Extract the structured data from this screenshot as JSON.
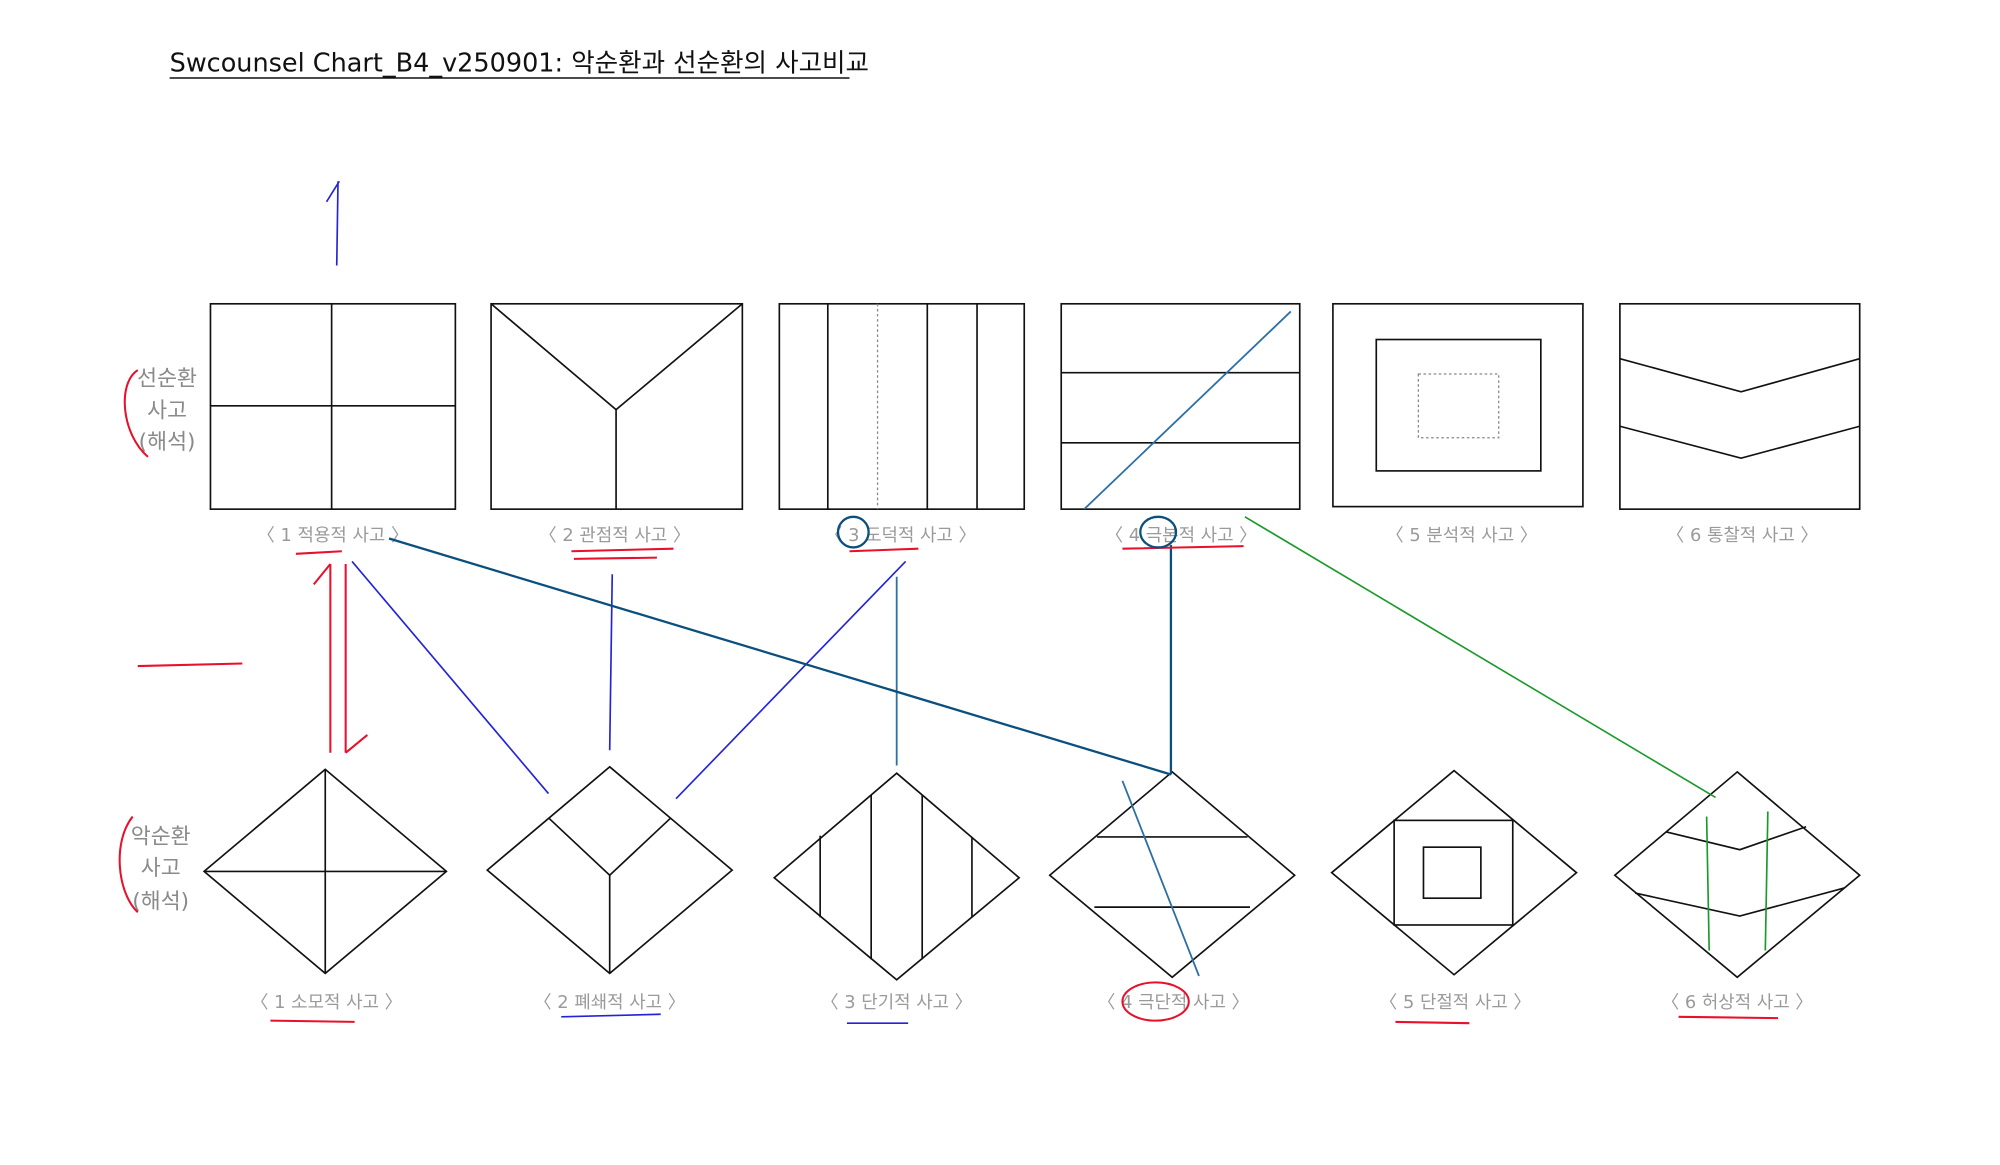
{
  "title": "Swcounsel Chart_B4_v250901: 악순환과 선순환의 사고비교",
  "virtuous": {
    "side_label": [
      "선순환",
      "사고",
      "(해석)"
    ],
    "items": [
      {
        "label": "〈 1 적용적 사고 〉"
      },
      {
        "label": "〈 2 관점적 사고 〉"
      },
      {
        "label": "〈 3 도덕적 사고 〉"
      },
      {
        "label": "〈 4 극본적 사고 〉"
      },
      {
        "label": "〈 5 분석적 사고 〉"
      },
      {
        "label": "〈 6 통찰적 사고 〉"
      }
    ]
  },
  "vicious": {
    "side_label": [
      "악순환",
      "사고",
      "(해석)"
    ],
    "items": [
      {
        "label": "〈 1 소모적 사고 〉"
      },
      {
        "label": "〈 2 폐쇄적 사고 〉"
      },
      {
        "label": "〈 3 단기적 사고 〉"
      },
      {
        "label": "〈 4 극단적 사고 〉"
      },
      {
        "label": "〈 5 단절적 사고 〉"
      },
      {
        "label": "〈 6 허상적 사고 〉"
      }
    ]
  },
  "colors": {
    "red_ink": "#e8102a",
    "blue_ink": "#2323d8",
    "navy_ink": "#0b4f7f",
    "green_ink": "#1a9a2a"
  }
}
